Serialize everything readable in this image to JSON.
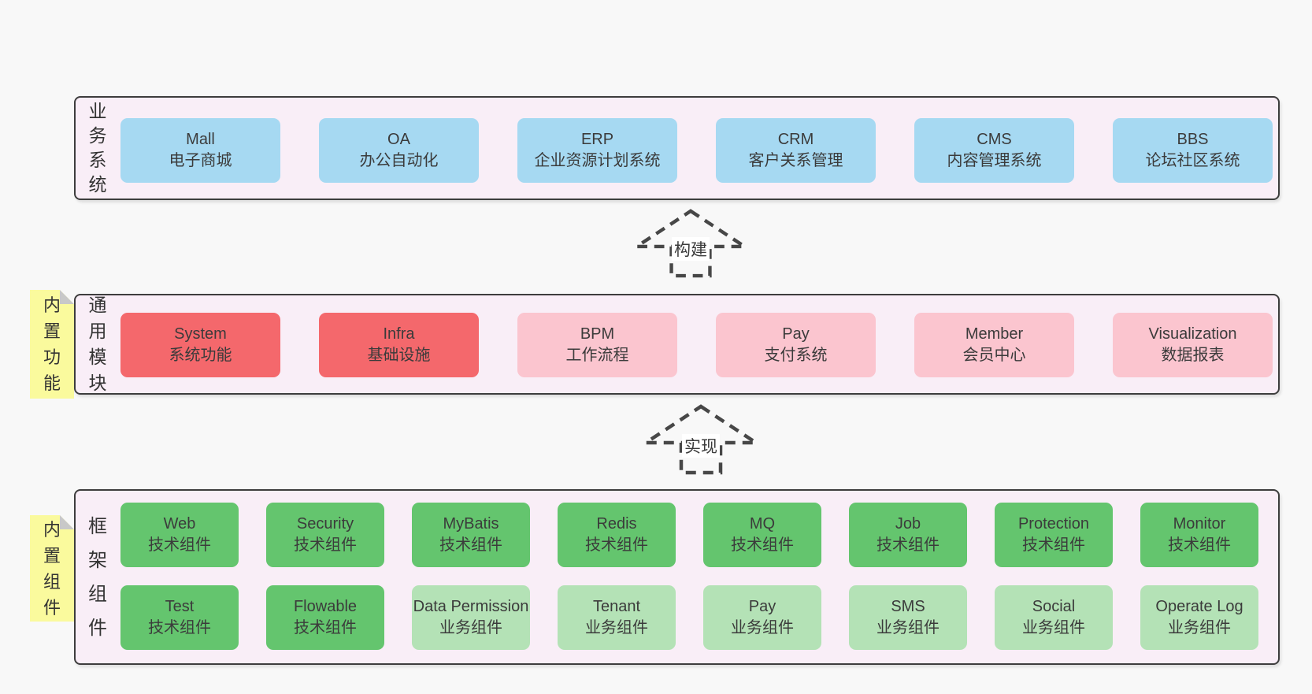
{
  "palette": {
    "page_bg": "#f8f8f8",
    "panel_bg": "#f9eef7",
    "panel_border": "#3d3d3d",
    "box_blue": "#a6d9f2",
    "box_red": "#f4686c",
    "box_pink": "#fbc5cf",
    "box_green": "#64c56e",
    "box_lightgreen": "#b4e2b6",
    "sticky_yellow": "#fafa9d",
    "sticky_fold": "#c8c8c8",
    "arrow_stroke": "#474747",
    "text": "#3b3b3b"
  },
  "sections": {
    "business": {
      "label": "业务系统",
      "boxes": [
        {
          "en": "Mall",
          "zh": "电子商城",
          "variant": "blue"
        },
        {
          "en": "OA",
          "zh": "办公自动化",
          "variant": "blue"
        },
        {
          "en": "ERP",
          "zh": "企业资源计划系统",
          "variant": "blue"
        },
        {
          "en": "CRM",
          "zh": "客户关系管理",
          "variant": "blue"
        },
        {
          "en": "CMS",
          "zh": "内容管理系统",
          "variant": "blue"
        },
        {
          "en": "BBS",
          "zh": "论坛社区系统",
          "variant": "blue"
        }
      ]
    },
    "arrow_build": {
      "label": "构建"
    },
    "modules": {
      "label": "通用模块",
      "sticky": "内置功能",
      "boxes": [
        {
          "en": "System",
          "zh": "系统功能",
          "variant": "red"
        },
        {
          "en": "Infra",
          "zh": "基础设施",
          "variant": "red"
        },
        {
          "en": "BPM",
          "zh": "工作流程",
          "variant": "pink"
        },
        {
          "en": "Pay",
          "zh": "支付系统",
          "variant": "pink"
        },
        {
          "en": "Member",
          "zh": "会员中心",
          "variant": "pink"
        },
        {
          "en": "Visualization",
          "zh": "数据报表",
          "variant": "pink"
        }
      ]
    },
    "arrow_implement": {
      "label": "实现"
    },
    "components": {
      "label": "框架组件",
      "sticky": "内置组件",
      "rows": {
        "r1": [
          {
            "en": "Web",
            "zh": "技术组件",
            "variant": "green"
          },
          {
            "en": "Security",
            "zh": "技术组件",
            "variant": "green"
          },
          {
            "en": "MyBatis",
            "zh": "技术组件",
            "variant": "green"
          },
          {
            "en": "Redis",
            "zh": "技术组件",
            "variant": "green"
          },
          {
            "en": "MQ",
            "zh": "技术组件",
            "variant": "green"
          },
          {
            "en": "Job",
            "zh": "技术组件",
            "variant": "green"
          },
          {
            "en": "Protection",
            "zh": "技术组件",
            "variant": "green"
          },
          {
            "en": "Monitor",
            "zh": "技术组件",
            "variant": "green"
          }
        ],
        "r2": [
          {
            "en": "Test",
            "zh": "技术组件",
            "variant": "green"
          },
          {
            "en": "Flowable",
            "zh": "技术组件",
            "variant": "green"
          },
          {
            "en": "Data Permission",
            "zh": "业务组件",
            "variant": "lightgreen"
          },
          {
            "en": "Tenant",
            "zh": "业务组件",
            "variant": "lightgreen"
          },
          {
            "en": "Pay",
            "zh": "业务组件",
            "variant": "lightgreen"
          },
          {
            "en": "SMS",
            "zh": "业务组件",
            "variant": "lightgreen"
          },
          {
            "en": "Social",
            "zh": "业务组件",
            "variant": "lightgreen"
          },
          {
            "en": "Operate Log",
            "zh": "业务组件",
            "variant": "lightgreen"
          }
        ]
      }
    }
  }
}
